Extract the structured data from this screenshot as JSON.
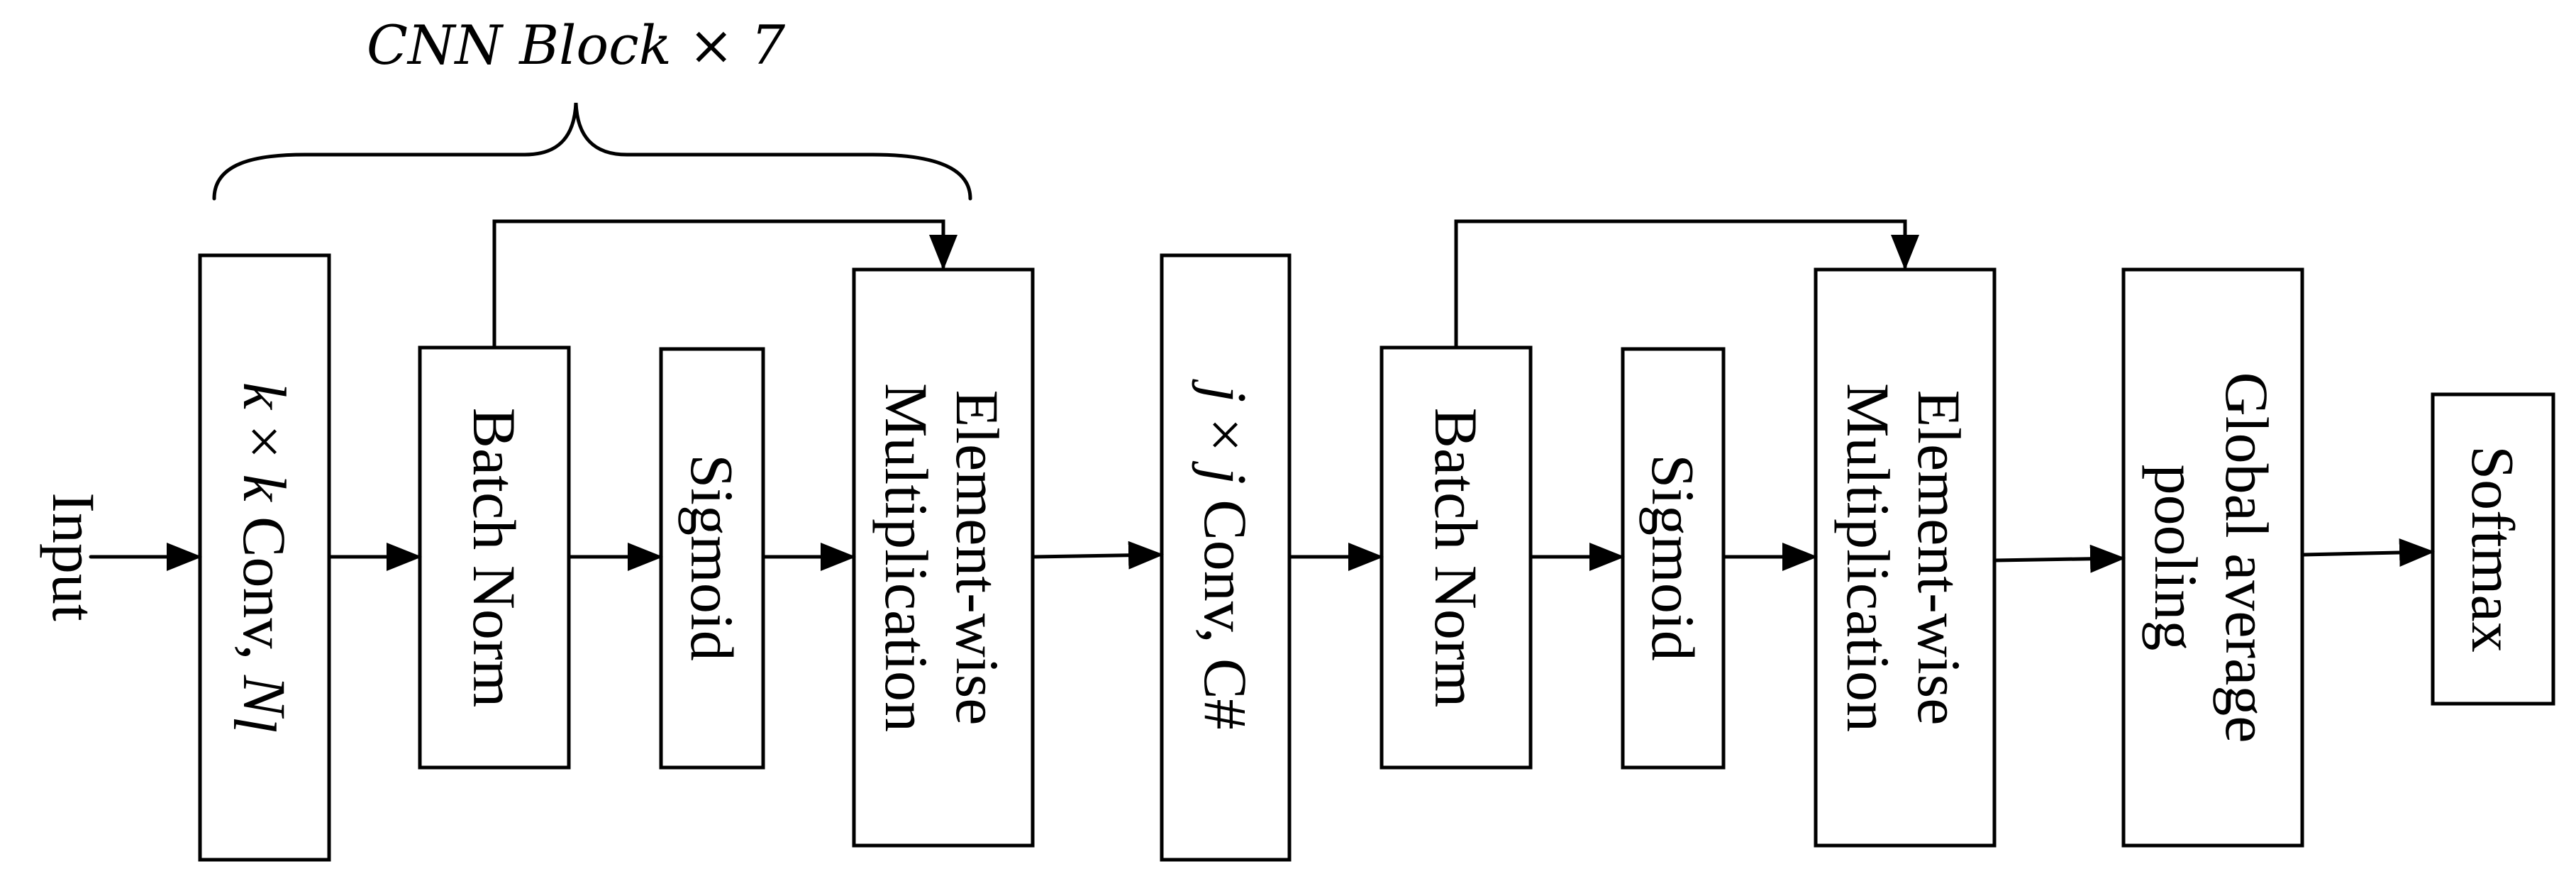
{
  "brace_label": "CNN Block × 7",
  "input_label": "Input",
  "blocks": {
    "conv_k": {
      "var": "k",
      "times": " × ",
      "var2": "k",
      "rest": " Conv, ",
      "n": "N",
      "sub": "l"
    },
    "bn1": {
      "line1": "Batch Norm"
    },
    "sig1": {
      "line1": "Sigmoid"
    },
    "mult1": {
      "line1": "Element-wise",
      "line2": "Multiplication"
    },
    "conv_j": {
      "var": "j",
      "times": " × ",
      "var2": "j",
      "rest": " Conv, C#"
    },
    "bn2": {
      "line1": "Batch Norm"
    },
    "sig2": {
      "line1": "Sigmoid"
    },
    "mult2": {
      "line1": "Element-wise",
      "line2": "Multiplication"
    },
    "gap": {
      "line1": "Global average",
      "line2": "pooling"
    },
    "softmax": {
      "line1": "Softmax"
    }
  },
  "colors": {
    "stroke": "#000000",
    "background": "#ffffff"
  }
}
